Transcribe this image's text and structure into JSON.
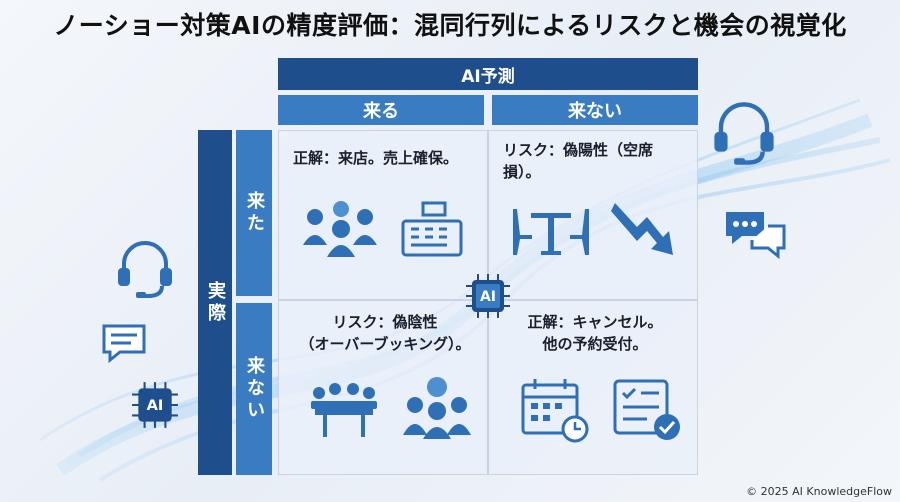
{
  "title": "ノーショー対策AIの精度評価：混同行列によるリスクと機会の視覚化",
  "prediction_header": "AI予測",
  "prediction_columns": [
    "来る",
    "来ない"
  ],
  "actual_header": "実際",
  "actual_rows": [
    "来た",
    "来ない"
  ],
  "cells": {
    "top_left": "正解：来店。売上確保。",
    "top_right_line1": "リスク：偽陽性（空席",
    "top_right_line2": "損）。",
    "bottom_left_line1": "リスク：偽陰性",
    "bottom_left_line2": "（オーバーブッキング）。",
    "bottom_right_line1": "正解：キャンセル。",
    "bottom_right_line2": "他の予約受付。"
  },
  "chip_label": "AI",
  "side_chip_label": "AI",
  "copyright": "© 2025 AI KnowledgeFlow",
  "colors": {
    "dark_blue": "#1f4e8c",
    "mid_blue": "#3a7cc2",
    "icon_blue": "#2f6fb5"
  },
  "icons": [
    "headset-icon",
    "chat-icon",
    "group-icon",
    "cash-register-icon",
    "table-chairs-icon",
    "down-trend-arrow-icon",
    "meeting-icon",
    "angry-customers-icon",
    "calendar-icon",
    "checklist-icon",
    "ai-chip-icon"
  ]
}
